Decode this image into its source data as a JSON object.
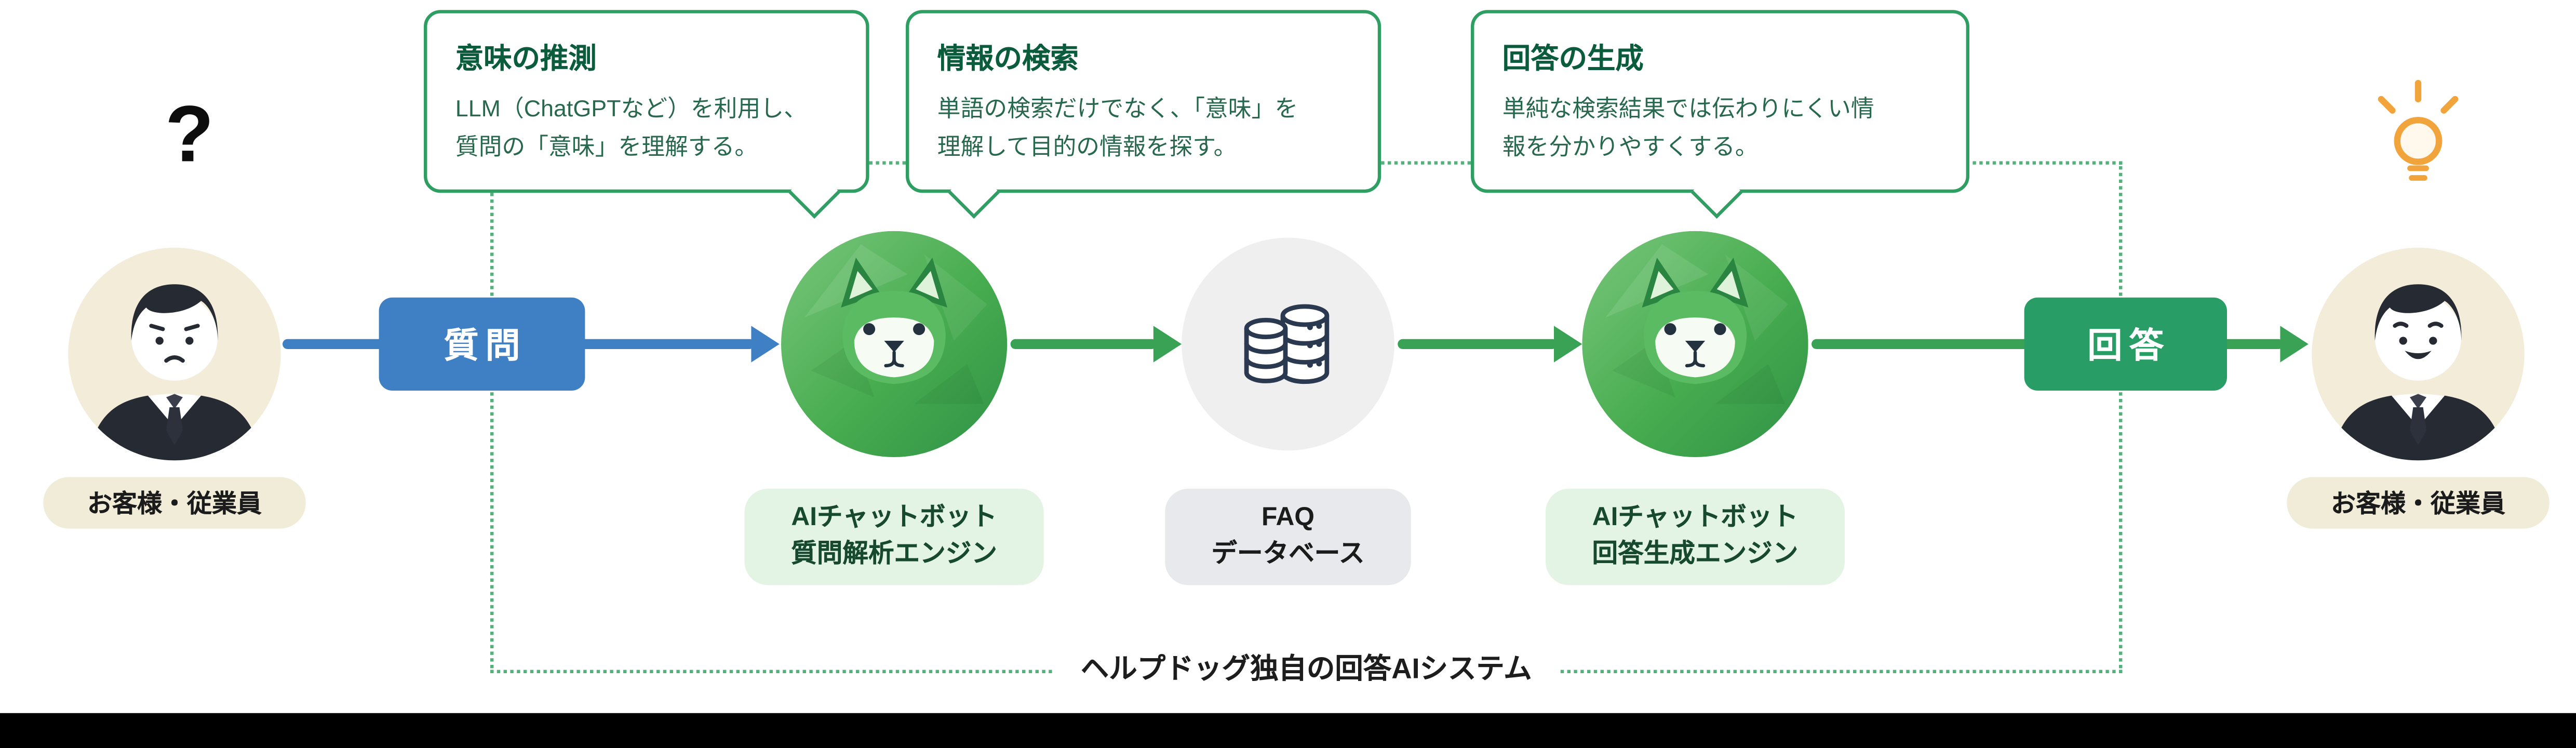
{
  "colors": {
    "question_blue": "#3f7fc4",
    "arrow_green": "#3aa255",
    "answer_green": "#289e66",
    "callout_border_green": "#2f9e63",
    "dashed_border_green": "#56b07c",
    "mascot_green": "#47ac4f",
    "pill_green_bg": "#e3f3e4",
    "pill_beige_bg": "#f1ecd8",
    "pill_gray_bg": "#e8e9ed",
    "lightbulb_amber": "#f2a43c",
    "bottom_bar": "#000000"
  },
  "callouts": [
    {
      "title": "意味の推測",
      "body_line1": "LLM（ChatGPTなど）を利用し、",
      "body_line2": "質問の「意味」を理解する。"
    },
    {
      "title": "情報の検索",
      "body_line1": "単語の検索だけでなく、「意味」を",
      "body_line2": "理解して目的の情報を探す。"
    },
    {
      "title": "回答の生成",
      "body_line1": "単純な検索結果では伝わりにくい情",
      "body_line2": "報を分かりやすくする。"
    }
  ],
  "flow": {
    "left_person": {
      "label": "お客様・従業員",
      "thought_mark": "?"
    },
    "question_label": "質問",
    "engine1": {
      "line1": "AIチャットボット",
      "line2": "質問解析エンジン"
    },
    "faq": {
      "line1": "FAQ",
      "line2": "データベース"
    },
    "engine2": {
      "line1": "AIチャットボット",
      "line2": "回答生成エンジン"
    },
    "answer_label": "回答",
    "right_person": {
      "label": "お客様・従業員"
    }
  },
  "system_box": {
    "label": "ヘルプドッグ独自の回答AIシステム"
  },
  "icons": {
    "helpdog_mascot": "green low-poly shiba dog in green circle",
    "database": "stacked database cylinders with dots",
    "question_mark": "?",
    "lightbulb": "amber lightbulb with rays",
    "person": "office worker avatar in beige circle"
  }
}
